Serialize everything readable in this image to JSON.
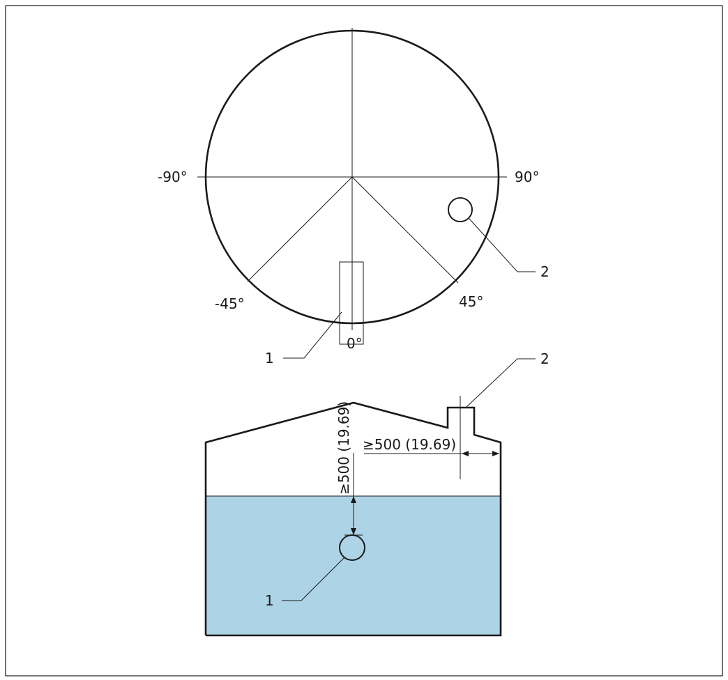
{
  "top_view": {
    "angles": {
      "neg90": "-90°",
      "pos90": "90°",
      "neg45": "-45°",
      "pos45": "45°",
      "zero": "0°"
    },
    "callouts": {
      "one": "1",
      "two": "2"
    }
  },
  "side_view": {
    "dim_horizontal": "≥500 (19.69)",
    "dim_vertical": "≥500 (19.69)",
    "callouts": {
      "one": "1",
      "two": "2"
    },
    "liquid_color": "#add3e6"
  }
}
